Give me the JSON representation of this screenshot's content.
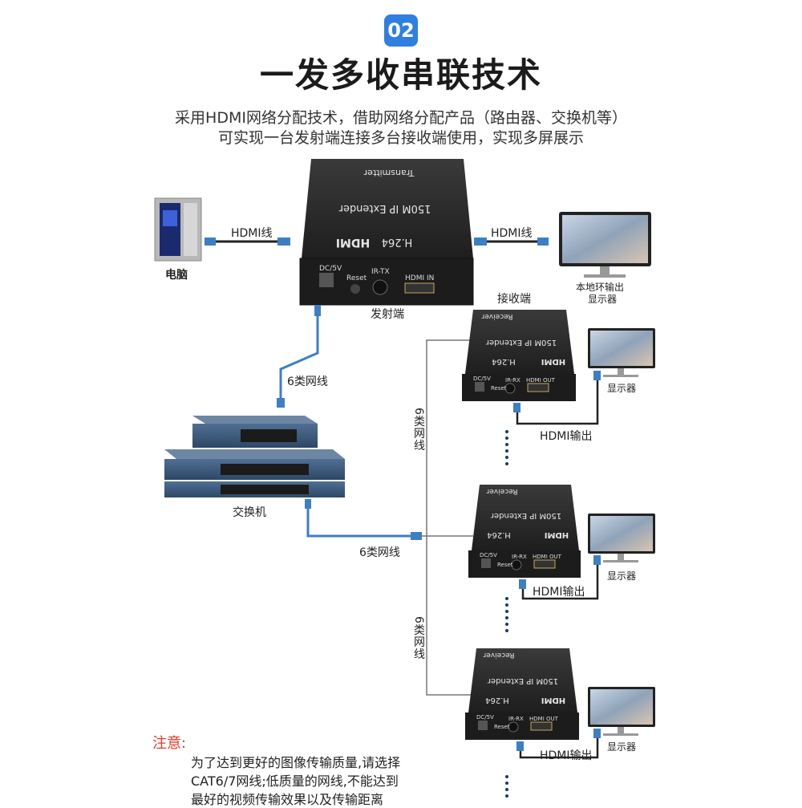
{
  "section": {
    "number": "02",
    "title": "一发多收串联技术"
  },
  "description": [
    "采用HDMI网络分配技术，借助网络分配产品（路由器、交换机等）",
    "可实现一台发射端连接多台接收端使用，实现多屏展示"
  ],
  "transmitter": {
    "top_label": "Transmitter",
    "model": "150M IP Extender",
    "brand": "HDMI",
    "codec": "H.264",
    "ports": {
      "dc": "DC/5V",
      "reset": "Reset",
      "ir": "IR-TX",
      "hdmi": "HDMI IN"
    },
    "caption": "发射端"
  },
  "receiver": {
    "top_label": "Receiver",
    "model": "150M IP Extender",
    "brand": "HDMI",
    "codec": "H.264",
    "ports": {
      "dc": "DC/5V",
      "reset": "Reset",
      "ir": "IR-RX",
      "hdmi": "HDMI OUT"
    }
  },
  "labels": {
    "computer": "电脑",
    "hdmi_cable_left": "HDMI线",
    "hdmi_cable_right": "HDMI线",
    "local_output": [
      "本地环输出",
      "显示器"
    ],
    "receiver_end": "接收端",
    "cat6_transmitter": "6类网线",
    "switch": "交换机",
    "cat6_switch": "6类网线",
    "cat6_vertical_1": "6类网线",
    "cat6_vertical_2": "6类网线",
    "hdmi_output_1": "HDMI输出",
    "hdmi_output_2": "HDMI输出",
    "hdmi_output_3": "HDMI输出",
    "monitor_1": "显示器",
    "monitor_2": "显示器",
    "monitor_3": "显示器"
  },
  "note": {
    "title": "注意:",
    "lines": [
      "为了达到更好的图像传输质量,请选择",
      "CAT6/7网线;低质量的网线,不能达到",
      "最好的视频传输效果以及传输距离"
    ]
  },
  "colors": {
    "accent": "#2f7fe0",
    "warning": "#e03b2a",
    "cable": "#3d7fc4",
    "device": "#2a2a2a"
  }
}
